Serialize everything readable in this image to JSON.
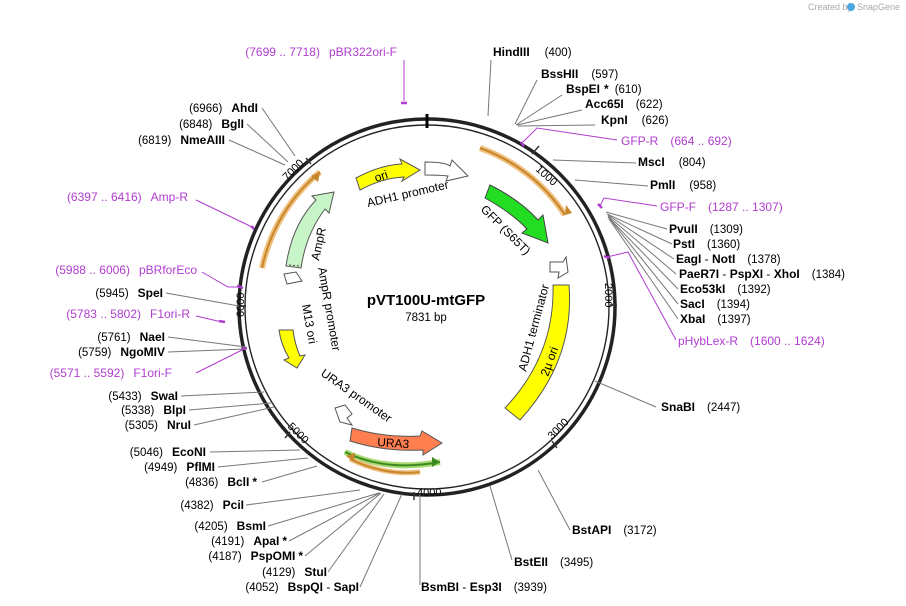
{
  "credit": {
    "created_by": "Created by",
    "brand": "SnapGene"
  },
  "plasmid": {
    "name": "pVT100U-mtGFP",
    "length_label": "7831 bp"
  },
  "ticks": [
    "1000",
    "2000",
    "3000",
    "4000",
    "5000",
    "6000",
    "7000"
  ],
  "features": {
    "ori": "ori",
    "adh1_promoter": "ADH1 promoter",
    "gfp": "GFP (S65T)",
    "adh1_terminator": "ADH1 terminator",
    "two_micron_ori": "2µ ori",
    "ura3_promoter": "URA3 promoter",
    "ura3": "URA3",
    "m13_ori": "M13 ori",
    "ampr_promoter": "AmpR promoter",
    "ampr": "AmpR"
  },
  "sites": {
    "hindiii": {
      "name": "HindIII",
      "pos": "(400)"
    },
    "busshii": {
      "name": "BssHII",
      "pos": "(597)"
    },
    "bspei": {
      "name": "BspEI",
      "star": "*",
      "pos": "(610)"
    },
    "acc65i": {
      "name": "Acc65I",
      "pos": "(622)"
    },
    "kpni": {
      "name": "KpnI",
      "pos": "(626)"
    },
    "msci": {
      "name": "MscI",
      "pos": "(804)"
    },
    "pmli": {
      "name": "PmlI",
      "pos": "(958)"
    },
    "pvuii": {
      "name": "PvuII",
      "pos": "(1309)"
    },
    "psti": {
      "name": "PstI",
      "pos": "(1360)"
    },
    "eagi": {
      "name": "EagI",
      "sep": " - ",
      "name2": "NotI",
      "pos": "(1378)"
    },
    "paer7i": {
      "name": "PaeR7I",
      "sep1": " - ",
      "name2": "PspXI",
      "sep2": " - ",
      "name3": "XhoI",
      "pos": "(1384)"
    },
    "eco53ki": {
      "name": "Eco53kI",
      "pos": "(1392)"
    },
    "saci": {
      "name": "SacI",
      "pos": "(1394)"
    },
    "xbai": {
      "name": "XbaI",
      "pos": "(1397)"
    },
    "snabi": {
      "name": "SnaBI",
      "pos": "(2447)"
    },
    "bstapi": {
      "name": "BstAPI",
      "pos": "(3172)"
    },
    "bsteii": {
      "name": "BstEII",
      "pos": "(3495)"
    },
    "bsmbi": {
      "name": "BsmBI",
      "sep": " - ",
      "name2": "Esp3I",
      "pos": "(3939)"
    },
    "bspqi": {
      "pos": "(4052)",
      "name": "BspQI",
      "sep": " - ",
      "name2": "SapI"
    },
    "stui": {
      "pos": "(4129)",
      "name": "StuI"
    },
    "pspomi": {
      "pos": "(4187)",
      "name": "PspOMI",
      "star": "*"
    },
    "apai": {
      "pos": "(4191)",
      "name": "ApaI",
      "star": "*"
    },
    "bsmi": {
      "pos": "(4205)",
      "name": "BsmI"
    },
    "pcii": {
      "pos": "(4382)",
      "name": "PciI"
    },
    "bcli": {
      "pos": "(4836)",
      "name": "BclI",
      "star": "*"
    },
    "pflmi": {
      "pos": "(4949)",
      "name": "PflMI"
    },
    "econi": {
      "pos": "(5046)",
      "name": "EcoNI"
    },
    "drui": {
      "pos": "(5305)",
      "name": "NruI"
    },
    "blpi": {
      "pos": "(5338)",
      "name": "BlpI"
    },
    "swai": {
      "pos": "(5433)",
      "name": "SwaI"
    },
    "ngomiv": {
      "pos": "(5759)",
      "name": "NgoMIV"
    },
    "naei": {
      "pos": "(5761)",
      "name": "NaeI"
    },
    "spei": {
      "pos": "(5945)",
      "name": "SpeI"
    },
    "nmeaiii": {
      "pos": "(6819)",
      "name": "NmeAIII"
    },
    "bgli": {
      "pos": "(6848)",
      "name": "BglI"
    },
    "ahdi": {
      "pos": "(6966)",
      "name": "AhdI"
    }
  },
  "primers": {
    "pbr322ori_f": {
      "range": "(7699 .. 7718)",
      "name": "pBR322ori-F"
    },
    "gfp_r": {
      "name": "GFP-R",
      "range": "(664 .. 692)"
    },
    "gfp_f": {
      "name": "GFP-F",
      "range": "(1287 .. 1307)"
    },
    "phyblex_r": {
      "name": "pHybLex-R",
      "range": "(1600 .. 1624)"
    },
    "amp_r": {
      "range": "(6397 .. 6416)",
      "name": "Amp-R"
    },
    "pbrforeco": {
      "range": "(5988 .. 6006)",
      "name": "pBRforEco"
    },
    "f1ori_r": {
      "range": "(5783 .. 5802)",
      "name": "F1ori-R"
    },
    "f1ori_f": {
      "range": "(5571 .. 5592)",
      "name": "F1ori-F"
    }
  }
}
